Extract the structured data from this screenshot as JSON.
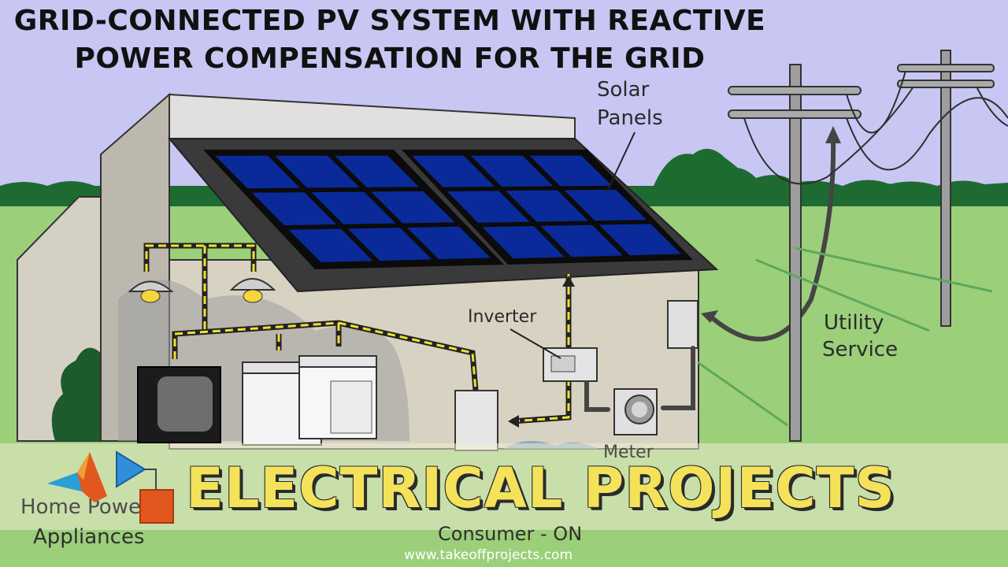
{
  "title": {
    "line1": "GRID-CONNECTED PV SYSTEM WITH REACTIVE",
    "line2": "POWER COMPENSATION FOR THE GRID"
  },
  "labels": {
    "solar_panels": [
      "Solar",
      "Panels"
    ],
    "inverter": "Inverter",
    "utility_service": [
      "Utility",
      "Service"
    ],
    "meter": "Meter",
    "home_power_appliances": [
      "Home Powe",
      "Appliances"
    ],
    "consumer": "Consumer - ON"
  },
  "banner": "ELECTRICAL PROJECTS",
  "footer_url": "www.takeoffprojects.com",
  "colors": {
    "sky": "#c8c6f2",
    "grass": "#9ccf7a",
    "banner_text": "#f3e25a",
    "solar_cell": "#0a2a9a",
    "wire": "#f2e030",
    "house_wall": "#d8d2c2"
  }
}
